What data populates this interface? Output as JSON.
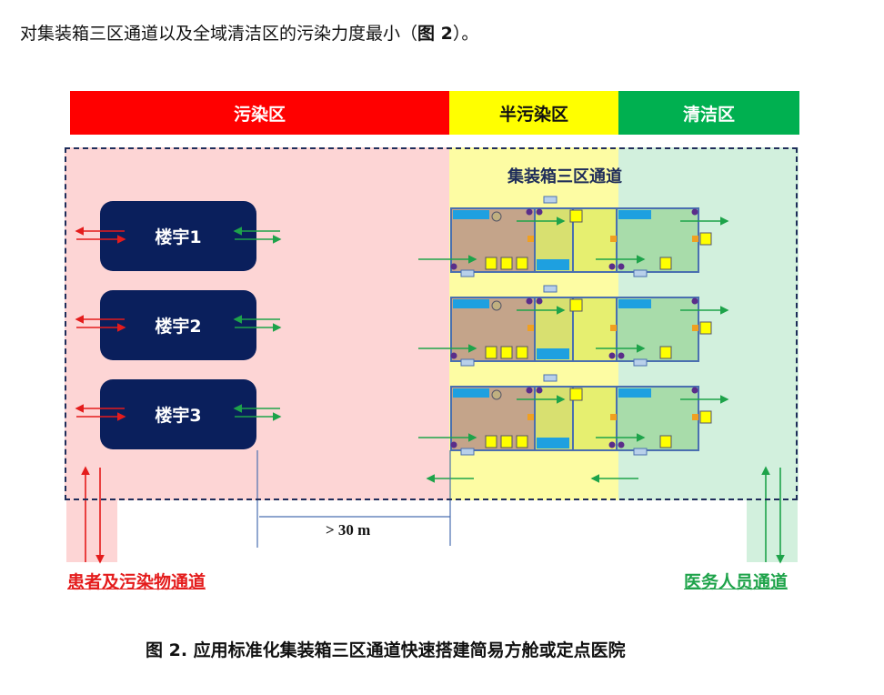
{
  "intro": {
    "text": "对集装箱三区通道以及全域清洁区的污染力度最小（",
    "figref": "图 2",
    "end": "）。"
  },
  "zones": {
    "contaminated": "污染区",
    "semi": "半污染区",
    "clean": "清洁区"
  },
  "zone_colors": {
    "contaminated": "#ff0000",
    "semi": "#ffff00",
    "clean": "#00b050"
  },
  "container_title": "集装箱三区通道",
  "buildings": [
    "楼宇1",
    "楼宇2",
    "楼宇3"
  ],
  "distance_label": "> 30 m",
  "channels": {
    "patient": "患者及污染物通道",
    "staff": "医务人员通道"
  },
  "caption": "图 2. 应用标准化集装箱三区通道快速搭建简易方舱或定点医院"
}
